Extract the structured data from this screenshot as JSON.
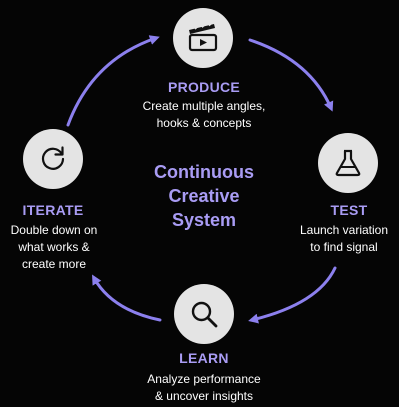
{
  "colors": {
    "background": "#050505",
    "accent": "#a99cf4",
    "arrow": "#8c80ee",
    "node_fill": "#e4e4e4",
    "text": "#ffffff"
  },
  "center": {
    "lines": [
      "Continuous",
      "Creative",
      "System"
    ]
  },
  "stages": {
    "produce": {
      "title": "PRODUCE",
      "icon": "clapperboard-icon",
      "lines": [
        "Create multiple angles,",
        "hooks & concepts"
      ]
    },
    "test": {
      "title": "TEST",
      "icon": "flask-icon",
      "lines": [
        "Launch variation",
        "to find signal"
      ]
    },
    "learn": {
      "title": "LEARN",
      "icon": "magnifier-icon",
      "lines": [
        "Analyze performance",
        "& uncover insights"
      ]
    },
    "iterate": {
      "title": "ITERATE",
      "icon": "refresh-icon",
      "lines": [
        "Double down on",
        "what works &",
        "create more"
      ]
    }
  }
}
